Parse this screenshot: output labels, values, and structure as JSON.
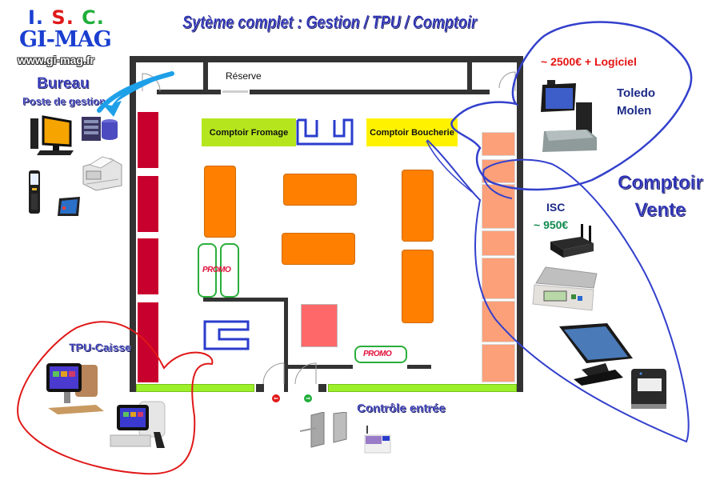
{
  "logo": {
    "i": "I.",
    "s": "S.",
    "c": "C.",
    "brand": "GI-MAG",
    "url": "www.gi-mag.fr"
  },
  "title": "Sytème complet : Gestion / TPU / Comptoir",
  "bureau": {
    "title": "Bureau",
    "subtitle": "Poste de gestion",
    "devices": [
      "desktop-pc-icon",
      "server-icon",
      "printer-icon",
      "handheld-scanner-icon",
      "rugged-tablet-icon"
    ]
  },
  "plan": {
    "reserve_label": "Réserve",
    "comptoir_fromage": "Comptoir Fromage",
    "comptoir_boucherie": "Comptoir Boucherie",
    "promo_label": "PROMO",
    "exit_icon": "exit-icon",
    "entry_icon": "entry-icon"
  },
  "tpu": {
    "label": "TPU-Caisse",
    "devices": [
      "pos-terminal-gold-icon",
      "pos-terminal-silver-icon"
    ]
  },
  "controle": {
    "label": "Contrôle entrée",
    "devices": [
      "turnstile-icon",
      "access-card-icon"
    ]
  },
  "comptoir_vente": {
    "title_line1": "Comptoir",
    "title_line2": "Vente",
    "toledo_price": "~ 2500€ + Logiciel",
    "toledo_line1": "Toledo",
    "toledo_line2": "Molen",
    "isc_label": "ISC",
    "isc_price": "~ 950€",
    "devices": [
      "scale-terminal-icon",
      "mini-pc-icon",
      "weighing-scale-icon",
      "touch-monitor-icon",
      "receipt-printer-icon"
    ]
  },
  "colors": {
    "title_blue": "#2a2fb4",
    "price_red": "#e51414",
    "price_green": "#128a4e",
    "shelf_red": "#c8002e",
    "shelf_orange": "#ff8000",
    "shelf_salmon": "#fca07a",
    "fromage_green": "#b5e61d",
    "boucherie_yellow": "#fff200",
    "loop_blue": "#3340cc",
    "loop_red": "#e01818",
    "arrow_cyan": "#1ea0e8"
  }
}
